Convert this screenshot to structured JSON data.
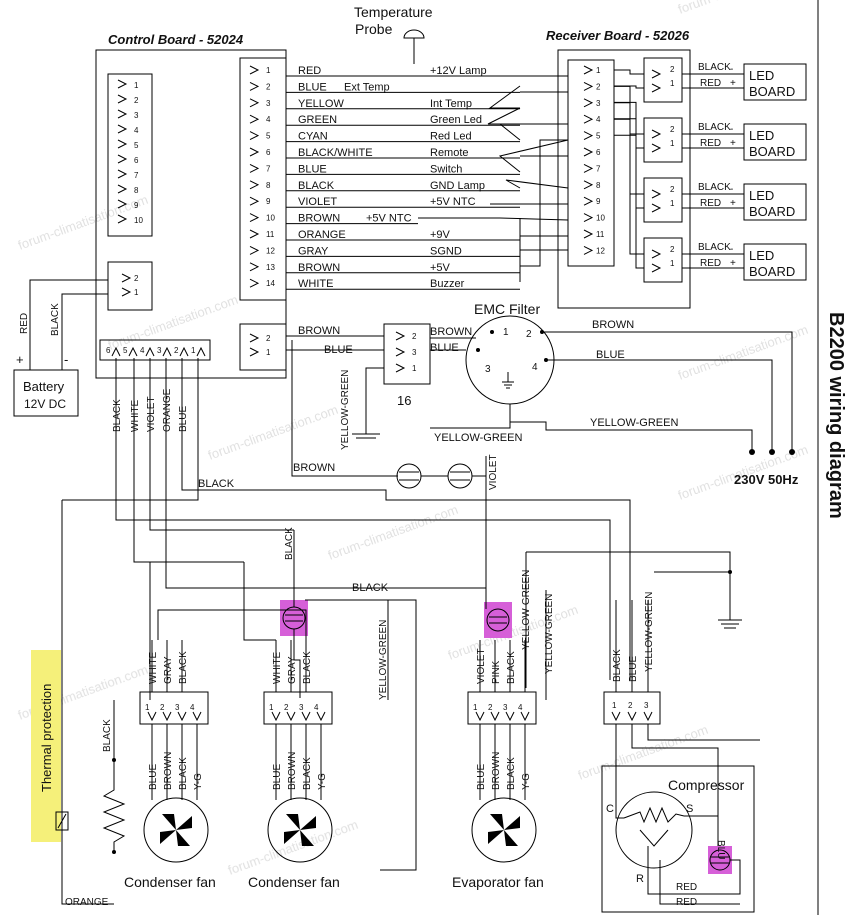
{
  "diagram": {
    "side_title": "B2200 wiring diagram",
    "watermark": "forum-climatisation.com",
    "temperature_probe": [
      "Temperature",
      "Probe"
    ],
    "control_board": {
      "title": "Control Board - 52024",
      "left_pins": [
        "1",
        "2",
        "3",
        "4",
        "5",
        "6",
        "7",
        "8",
        "9",
        "10"
      ],
      "main_pins": [
        "1",
        "2",
        "3",
        "4",
        "5",
        "6",
        "7",
        "8",
        "9",
        "10",
        "11",
        "12",
        "13",
        "14"
      ],
      "wires": [
        "RED",
        "BLUE",
        "YELLOW",
        "GREEN",
        "CYAN",
        "BLACK/WHITE",
        "BLUE",
        "BLACK",
        "VIOLET",
        "BROWN",
        "ORANGE",
        "GRAY",
        "BROWN",
        "WHITE"
      ],
      "signals": [
        "+12V Lamp",
        "Ext Temp",
        "Int Temp",
        "Green Led",
        "Red Led",
        "Remote",
        "Switch",
        "GND Lamp",
        "+5V NTC",
        "+5V NTC",
        "+9V",
        "SGND",
        "+5V",
        "Buzzer"
      ],
      "small_pins": [
        "2",
        "1"
      ],
      "fan_pins": [
        "6",
        "5",
        "4",
        "3",
        "2",
        "1"
      ],
      "fan_wires": [
        "BLACK",
        "WHITE",
        "VIOLET",
        "ORANGE",
        "BLUE"
      ]
    },
    "receiver_board": {
      "title": "Receiver Board - 52026",
      "pins": [
        "1",
        "2",
        "3",
        "4",
        "5",
        "6",
        "7",
        "8",
        "9",
        "10",
        "11",
        "12"
      ]
    },
    "led_boards": [
      {
        "label": "LED BOARD",
        "pins": [
          "2",
          "1"
        ],
        "wires": [
          "BLACK",
          "RED"
        ]
      },
      {
        "label": "LED BOARD",
        "pins": [
          "2",
          "1"
        ],
        "wires": [
          "BLACK",
          "RED"
        ]
      },
      {
        "label": "LED BOARD",
        "pins": [
          "2",
          "1"
        ],
        "wires": [
          "BLACK",
          "RED"
        ]
      },
      {
        "label": "LED BOARD",
        "pins": [
          "2",
          "1"
        ],
        "wires": [
          "BLACK",
          "RED"
        ]
      }
    ],
    "battery": {
      "label": "Battery",
      "voltage": "12V DC",
      "wires": [
        "RED",
        "BLACK"
      ]
    },
    "terminal_16": {
      "label": "16",
      "pins": [
        "2",
        "3",
        "1"
      ],
      "wires": [
        "BROWN",
        "BLUE"
      ],
      "ground": "YELLOW-GREEN"
    },
    "emc_filter": {
      "label": "EMC Filter",
      "pins": [
        "1",
        "2",
        "3",
        "4"
      ],
      "out_wires": [
        "BROWN",
        "BLUE",
        "YELLOW-GREEN"
      ],
      "ground_wire": "YELLOW-GREEN"
    },
    "supply": "230V 50Hz",
    "wire_labels": {
      "brown": "BROWN",
      "blue": "BLUE",
      "black": "BLACK",
      "violet": "VIOLET",
      "orange": "ORANGE",
      "yellow_green": "YELLOW-GREEN",
      "red": "RED",
      "blu": "BLU"
    },
    "fans": [
      {
        "label": "Condenser fan",
        "top_wires": [
          "WHITE",
          "GRAY",
          "BLACK"
        ],
        "bottom_wires": [
          "BLUE",
          "BROWN",
          "BLACK",
          "Y-G"
        ],
        "pins": [
          "1",
          "2",
          "3",
          "4"
        ]
      },
      {
        "label": "Condenser fan",
        "top_wires": [
          "WHITE",
          "GRAY",
          "BLACK"
        ],
        "bottom_wires": [
          "BLUE",
          "BROWN",
          "BLACK",
          "Y-G"
        ],
        "pins": [
          "1",
          "2",
          "3",
          "4"
        ]
      },
      {
        "label": "Evaporator fan",
        "top_wires": [
          "VIOLET",
          "PINK",
          "BLACK",
          "YELLOW-GREEN"
        ],
        "bottom_wires": [
          "BLUE",
          "BROWN",
          "BLACK",
          "Y-G"
        ],
        "pins": [
          "1",
          "2",
          "3",
          "4"
        ]
      }
    ],
    "compressor": {
      "label": "Compressor",
      "top_wires": [
        "BLACK",
        "BLUE",
        "YELLOW-GREEN"
      ],
      "pins": [
        "1",
        "2",
        "3"
      ],
      "terminals": [
        "C",
        "S",
        "R"
      ]
    },
    "thermal_protection": "Thermal protection",
    "highlight_color": "#d65fd8",
    "thermal_highlight": "#f5f07a"
  }
}
